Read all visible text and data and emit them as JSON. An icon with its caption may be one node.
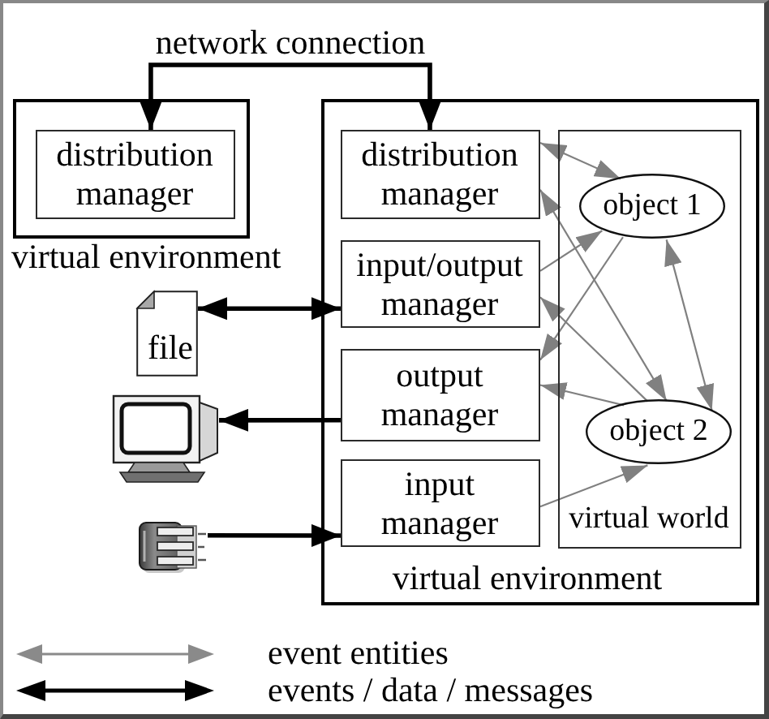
{
  "diagram": {
    "nodes": [
      {
        "text": [
          "virtual environment"
        ]
      },
      {
        "text": [
          "distribution manager"
        ],
        "in": 0
      },
      {
        "text": [
          "virtual environment"
        ]
      },
      {
        "text": [
          "distribution manager"
        ],
        "in": 2
      },
      {
        "text": [
          "input/output manager"
        ],
        "in": 2
      },
      {
        "text": [
          "output manager"
        ],
        "in": 2
      },
      {
        "text": [
          "input manager"
        ],
        "in": 2
      },
      {
        "text": [
          "virtual world"
        ],
        "in": 2
      },
      {
        "text": [
          "object 1"
        ],
        "in": 7
      },
      {
        "text": [
          "object 2"
        ],
        "in": 7
      },
      {
        "text": [
          "file"
        ]
      },
      {
        "text": [],
        "shape": "picture"
      },
      {
        "text": [],
        "shape": "picture"
      }
    ],
    "edges": [
      {
        "from": 1,
        "to": 3,
        "arrow": "both",
        "label": "network connection",
        "style": "thick",
        "color": "#000000"
      },
      {
        "from": 10,
        "to": 4,
        "arrow": "both",
        "style": "thick",
        "color": "#000000"
      },
      {
        "from": 5,
        "to": 11,
        "arrow": "to",
        "style": "thick",
        "color": "#000000"
      },
      {
        "from": 12,
        "to": 6,
        "arrow": "to",
        "style": "thick",
        "color": "#000000"
      },
      {
        "from": 3,
        "to": 8,
        "arrow": "both"
      },
      {
        "from": 3,
        "to": 9,
        "arrow": "both"
      },
      {
        "from": 4,
        "to": 8,
        "arrow": "to"
      },
      {
        "from": 9,
        "to": 4,
        "arrow": "to"
      },
      {
        "from": 8,
        "to": 5,
        "arrow": "to"
      },
      {
        "from": 9,
        "to": 5,
        "arrow": "to"
      },
      {
        "from": 6,
        "to": 9,
        "arrow": "to"
      },
      {
        "from": 8,
        "to": 9,
        "arrow": "both"
      }
    ],
    "legend": [
      {
        "text": "event entities"
      },
      {
        "text": "events / data / messages"
      }
    ]
  }
}
